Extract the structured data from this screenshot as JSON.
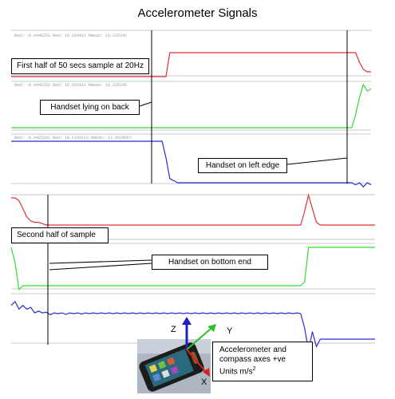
{
  "title": "Accelerometer Signals",
  "top_panel": {
    "header_line1": "Red: -0.4446253  Red: 10.103412  Rmean: 10.225345",
    "header_line2": "Red: -0.4446253  Red: 10.103412  Rmean: 10.225345",
    "header_line3": "Red: -0.4425201  Red: 10.1239113  Rmean: 12.6524567"
  },
  "callouts": {
    "first_half": "First half of 50 secs sample at 20Hz",
    "lying_on_back": "Handset lying on back",
    "left_edge": "Handset on left edge",
    "second_half": "Second half of sample",
    "bottom_end": "Handset on bottom end",
    "axes_line1": "Accelerometer and",
    "axes_line2": "compass axes +ve",
    "axes_line3": "Units m/s",
    "axes_sup": "2"
  },
  "axis_labels": {
    "z": "Z",
    "y": "Y",
    "x": "X"
  },
  "colors": {
    "red": "#e0303a",
    "green": "#33dd33",
    "blue": "#2b2bd6",
    "grid": "#c8c8c8",
    "marker": "#000000"
  },
  "chart_data": [
    {
      "type": "line",
      "title": "Accelerometer Signals",
      "xlabel": "",
      "ylabel": "",
      "series": [
        {
          "color": "red",
          "values": [
            0,
            0,
            0,
            0,
            0,
            0,
            0,
            0,
            0,
            0,
            0,
            0,
            0,
            0,
            0,
            0,
            0,
            0,
            0,
            0,
            0,
            0,
            0,
            0,
            0,
            0,
            0,
            0,
            0,
            0,
            0,
            0,
            0,
            0,
            0,
            0,
            0,
            0,
            0,
            0,
            0,
            1,
            1,
            1,
            1,
            1,
            1,
            1,
            1,
            1,
            1,
            1,
            1,
            1,
            1,
            1,
            1,
            1,
            1,
            1,
            1,
            1,
            1,
            1,
            1,
            1,
            1,
            1,
            1,
            1,
            1,
            1,
            1,
            1,
            1,
            1,
            1,
            1,
            1,
            1,
            1,
            1,
            1,
            1,
            1,
            1,
            1,
            1,
            1,
            1,
            0.6,
            0.3,
            0.2,
            0.2
          ]
        },
        {
          "color": "green",
          "values": [
            0,
            0,
            0,
            0,
            0,
            0,
            0,
            0,
            0,
            0,
            0,
            0,
            0,
            0,
            0,
            0,
            0,
            0,
            0,
            0,
            0,
            0,
            0,
            0,
            0,
            0,
            0,
            0,
            0,
            0,
            0,
            0,
            0,
            0,
            0,
            0,
            0,
            0,
            0,
            0,
            0,
            0,
            0,
            0,
            0,
            0,
            0,
            0,
            0,
            0,
            0,
            0,
            0,
            0,
            0,
            0,
            0,
            0,
            0,
            0,
            0,
            0,
            0,
            0,
            0,
            0,
            0,
            0,
            0,
            0,
            0,
            0,
            0,
            0,
            0,
            0,
            0,
            0,
            0,
            0,
            0,
            0,
            0,
            0,
            0,
            0,
            0,
            0,
            0,
            0.3,
            0.7,
            1,
            0.85,
            0.9
          ]
        },
        {
          "color": "blue",
          "values": [
            1,
            1,
            1,
            1,
            1,
            1,
            1,
            1,
            1,
            1,
            1,
            1,
            1,
            1,
            1,
            1,
            1,
            1,
            1,
            1,
            1,
            1,
            1,
            1,
            1,
            1,
            1,
            1,
            1,
            1,
            1,
            1,
            1,
            1,
            1,
            1,
            1,
            1,
            1,
            1,
            0.6,
            0.1,
            0.05,
            0,
            0,
            0,
            0,
            0,
            0,
            0,
            0,
            0,
            0,
            0,
            0,
            0,
            0,
            0,
            0,
            0,
            0,
            0,
            0,
            0,
            0,
            0,
            0,
            0,
            0,
            0,
            0,
            0,
            0,
            0,
            0,
            0,
            0,
            0,
            0,
            0,
            0,
            0,
            0,
            0,
            0,
            0,
            0,
            0,
            0,
            -0.05,
            0,
            -0.1,
            0,
            -0.05
          ]
        }
      ]
    },
    {
      "type": "line",
      "title": "",
      "xlabel": "",
      "ylabel": "",
      "series": [
        {
          "color": "red",
          "values": [
            1,
            1,
            0.9,
            0.6,
            0.3,
            0.15,
            0.1,
            0.1,
            0.05,
            0,
            0,
            0,
            0,
            0,
            0,
            0,
            0,
            0,
            0,
            0,
            0,
            0,
            0,
            0,
            0,
            0,
            0,
            0,
            0,
            0,
            0,
            0,
            0,
            0,
            0,
            0,
            0,
            0,
            0,
            0,
            0,
            0,
            0,
            0,
            0,
            0,
            0,
            0,
            0,
            0,
            0,
            0,
            0,
            0,
            0,
            0,
            0,
            0,
            0,
            0,
            0,
            0,
            0,
            0,
            0,
            0,
            0,
            0,
            0,
            0,
            0,
            0,
            0,
            0,
            0,
            0.5,
            1.1,
            0.6,
            0.1,
            0,
            0,
            0,
            0,
            0,
            0,
            0,
            0,
            0,
            0,
            0,
            0,
            0,
            0,
            0
          ]
        },
        {
          "color": "green",
          "values": [
            1,
            0.6,
            -0.1,
            0,
            0,
            0,
            0,
            0,
            0,
            0,
            0,
            0,
            0,
            0,
            0,
            0,
            0,
            0,
            0,
            0,
            0,
            0,
            0,
            0,
            0,
            0,
            0,
            0,
            0,
            0,
            0,
            0,
            0,
            0,
            0,
            0,
            0,
            0,
            0,
            0,
            0,
            0,
            0,
            0,
            0,
            0,
            0,
            0,
            0,
            0,
            0,
            0,
            0,
            0,
            0,
            0,
            0,
            0,
            0,
            0,
            0,
            0,
            0,
            0,
            0,
            0,
            0,
            0,
            0,
            0,
            0,
            0,
            0,
            0,
            0,
            0.1,
            1,
            1,
            1,
            1,
            1,
            1,
            1,
            1,
            1,
            1,
            1,
            1,
            1,
            1,
            1,
            1,
            1,
            1
          ]
        },
        {
          "color": "blue",
          "values": [
            0.9,
            1,
            0.8,
            0.9,
            0.8,
            0.85,
            0.7,
            0.75,
            0.7,
            0.72,
            0.65,
            0.7,
            0.68,
            0.7,
            0.66,
            0.7,
            0.68,
            0.7,
            0.67,
            0.7,
            0.68,
            0.7,
            0.68,
            0.7,
            0.68,
            0.7,
            0.68,
            0.7,
            0.68,
            0.7,
            0.68,
            0.7,
            0.68,
            0.7,
            0.68,
            0.7,
            0.68,
            0.7,
            0.68,
            0.7,
            0.68,
            0.7,
            0.68,
            0.7,
            0.68,
            0.7,
            0.68,
            0.7,
            0.68,
            0.7,
            0.68,
            0.7,
            0.68,
            0.7,
            0.68,
            0.7,
            0.68,
            0.7,
            0.68,
            0.7,
            0.68,
            0.7,
            0.68,
            0.7,
            0.68,
            0.7,
            0.68,
            0.7,
            0.68,
            0.7,
            0.68,
            0.7,
            0.68,
            0.7,
            0.68,
            0.3,
            -0.3,
            0.2,
            -0.2,
            0,
            0,
            0,
            0,
            0,
            0,
            0,
            0,
            0,
            0,
            0,
            0,
            0,
            0,
            0
          ]
        }
      ]
    }
  ]
}
